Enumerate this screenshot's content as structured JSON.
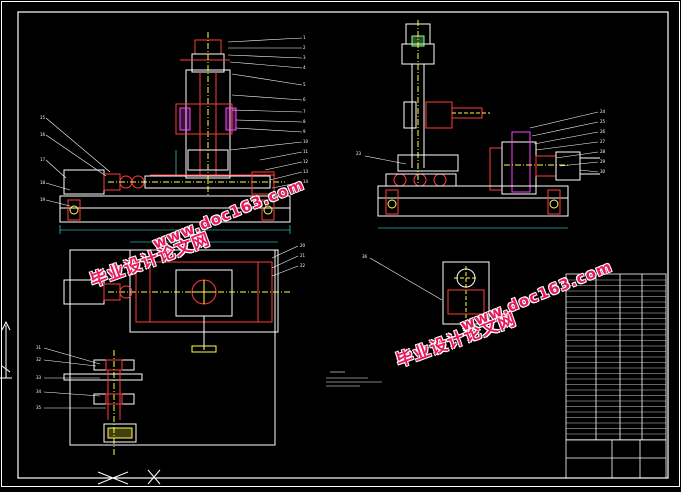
{
  "colors": {
    "background": "#000000",
    "border": "#ffffff",
    "geometry": "#ffffff",
    "part": "#ff3b3b",
    "axis": "#ffff44",
    "dimension": "#44ffff",
    "hatch": "#ff40ff",
    "motor": "#8cff8c",
    "watermark": "#ff2a8a"
  },
  "watermarks": [
    {
      "text": "毕业设计论文网",
      "color": "#e8185a"
    },
    {
      "text": "www.doc163.com",
      "color": "#e8185a"
    },
    {
      "text": "毕业设计论文网",
      "color": "#e8185a"
    },
    {
      "text": "www.doc163.com",
      "color": "#e8185a"
    }
  ],
  "icons": {
    "ucs": "ucs-axis-icon",
    "cursor": "crosshair-icon"
  }
}
